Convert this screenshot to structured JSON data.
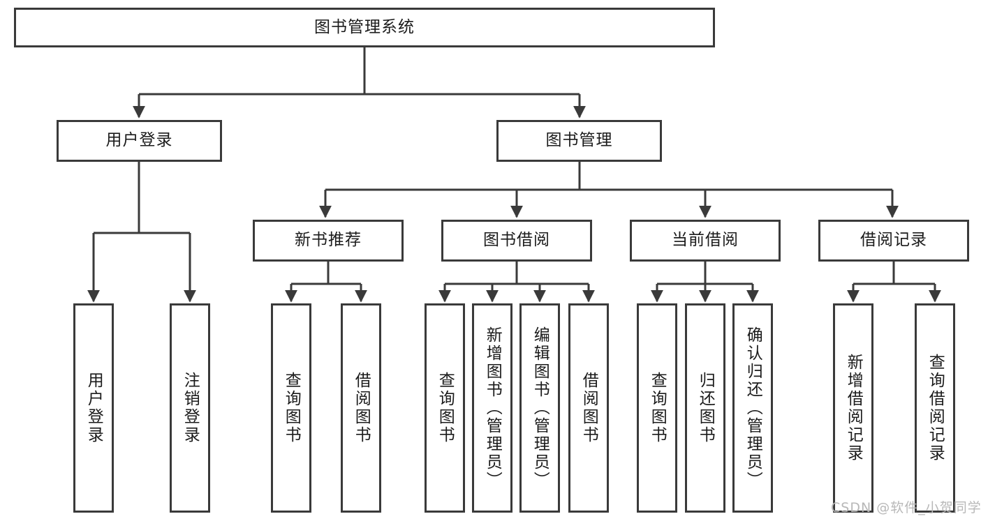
{
  "diagram": {
    "title": "图书管理系统",
    "type": "tree-hierarchy-diagram",
    "colors": {
      "border": "#3a3a3a",
      "background": "#ffffff",
      "text": "#1b1b1b",
      "watermark": "#b8b8b8"
    },
    "root": {
      "label": "图书管理系统"
    },
    "level2": [
      {
        "label": "用户登录"
      },
      {
        "label": "图书管理"
      }
    ],
    "level3": [
      {
        "label": "新书推荐"
      },
      {
        "label": "图书借阅"
      },
      {
        "label": "当前借阅"
      },
      {
        "label": "借阅记录"
      }
    ],
    "leaves": {
      "user_login": [
        {
          "label": "用户登录"
        },
        {
          "label": "注销登录"
        }
      ],
      "new_book": [
        {
          "label": "查询图书"
        },
        {
          "label": "借阅图书"
        }
      ],
      "book_borrow": [
        {
          "label": "查询图书"
        },
        {
          "label": "新增图书（管理员）"
        },
        {
          "label": "编辑图书（管理员）"
        },
        {
          "label": "借阅图书"
        }
      ],
      "current_borrow": [
        {
          "label": "查询图书"
        },
        {
          "label": "归还图书"
        },
        {
          "label": "确认归还（管理员）"
        }
      ],
      "borrow_record": [
        {
          "label": "新增借阅记录"
        },
        {
          "label": "查询借阅记录"
        }
      ]
    },
    "watermark": "CSDN @软件_小贺同学"
  }
}
